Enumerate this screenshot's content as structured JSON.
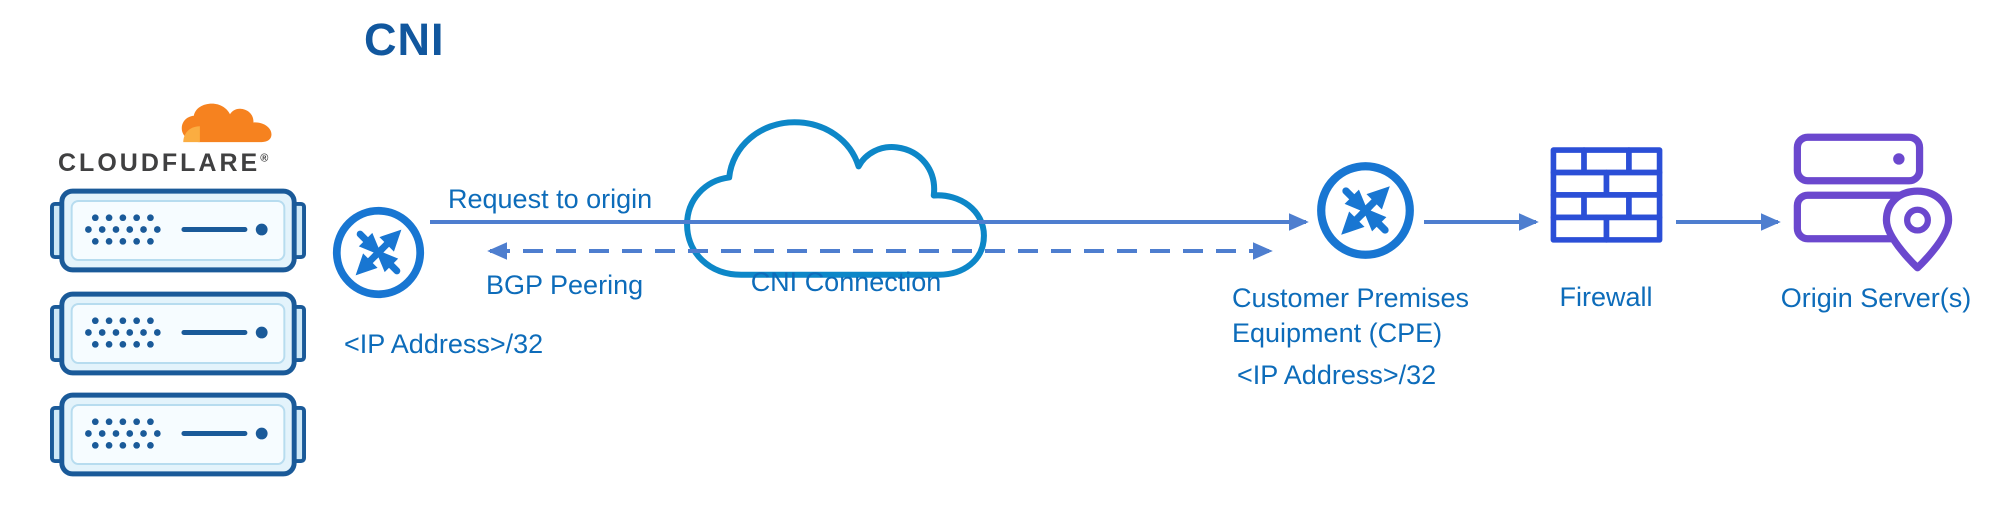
{
  "title": "CNI",
  "logo": {
    "wordmark": "CLOUDFLARE",
    "registered": "®"
  },
  "edge": {
    "ip": "<IP Address>/32"
  },
  "flows": {
    "request": "Request to origin",
    "bgp": "BGP Peering"
  },
  "cloud": {
    "label": "CNI Connection"
  },
  "cpe": {
    "name": "Customer Premises Equipment (CPE)",
    "ip": "<IP Address>/32"
  },
  "firewall": {
    "label": "Firewall"
  },
  "origin": {
    "label": "Origin Server(s)"
  },
  "colors": {
    "label_blue": "#0d6cba",
    "title_blue": "#11579e",
    "router_blue": "#1876d2",
    "cloud_stroke": "#0d87c8",
    "arrow_blue": "#4e7ecf",
    "firewall_blue": "#2b4fd7",
    "origin_purple": "#6b48ce",
    "server_outline": "#1a5a99",
    "server_fill": "#e3f3fb",
    "logo_orange": "#f6821f",
    "logo_orange_light": "#fbad41",
    "wordmark_gray": "#404041"
  }
}
